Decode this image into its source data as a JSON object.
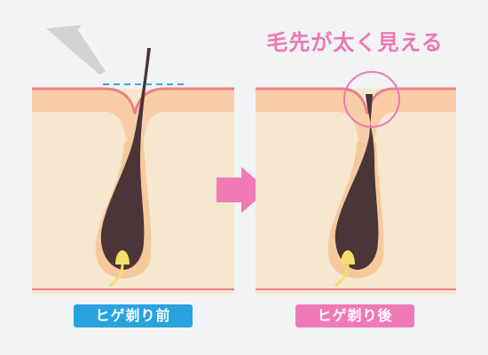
{
  "caption": "毛先が太く見える",
  "labels": {
    "before": "ヒゲ剃り前",
    "after": "ヒゲ剃り後"
  },
  "colors": {
    "background": "#f2f3f5",
    "skin": "#f6e7cf",
    "skin_surface": "#f8cda7",
    "skin_line": "#ec7e86",
    "hair": "#4a3538",
    "follicle": "#f6c99d",
    "papilla": "#f4df69",
    "blade": "#d3d3d5",
    "blade_edge": "#f5f5f7",
    "guide_line": "#39a7df",
    "arrow": "#f07ab6",
    "highlight_circle": "#ee78b3",
    "label_before": "#2aa2e0",
    "label_after": "#f07ab6"
  },
  "icons": [
    "razor-blade-icon",
    "right-arrow-icon"
  ]
}
